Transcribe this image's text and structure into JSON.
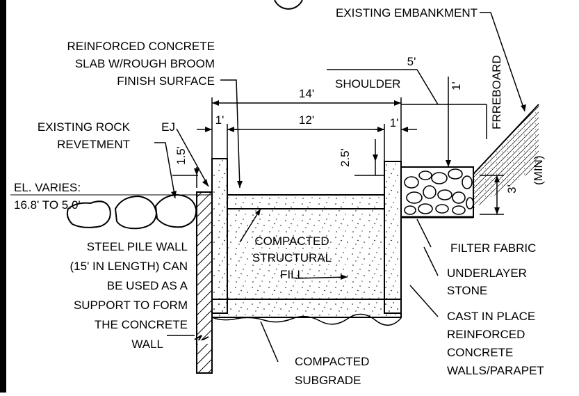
{
  "labels": {
    "existing_embankment": "EXISTING EMBANKMENT",
    "slab_line1": "REINFORCED CONCRETE",
    "slab_line2": "SLAB W/ROUGH BROOM",
    "slab_line3": "FINISH SURFACE",
    "existing_rock_line1": "EXISTING ROCK",
    "existing_rock_line2": "REVETMENT",
    "ej": "EJ",
    "el_line1": "EL. VARIES:",
    "el_line2": "16.8' TO 5.0'",
    "pile_line1": "STEEL PILE WALL",
    "pile_line2": "(15' IN LENGTH) CAN",
    "pile_line3": "BE USED AS A",
    "pile_line4": "SUPPORT TO FORM",
    "pile_line5": "THE CONCRETE",
    "pile_line6": "WALL",
    "fill_line1": "COMPACTED",
    "fill_line2": "STRUCTURAL",
    "fill_line3": "FILL",
    "subgrade_line1": "COMPACTED",
    "subgrade_line2": "SUBGRADE",
    "shoulder": "SHOULDER",
    "freeboard": "FRREBOARD",
    "min": "(MIN)",
    "filter_fabric": "FILTER FABRIC",
    "underlayer_line1": "UNDERLAYER",
    "underlayer_line2": "STONE",
    "cast_line1": "CAST IN PLACE",
    "cast_line2": "REINFORCED",
    "cast_line3": "CONCRETE",
    "cast_line4": "WALLS/PARAPET"
  },
  "dimensions": {
    "overall_width": "14'",
    "inner_width": "12'",
    "wall_left": "1'",
    "wall_right": "1'",
    "shoulder_width": "5'",
    "freeboard": "1'",
    "parapet_left": "1.5'",
    "parapet_right": "2.5'",
    "stone_depth": "3'"
  },
  "colors": {
    "line": "#000000",
    "background": "#ffffff"
  }
}
